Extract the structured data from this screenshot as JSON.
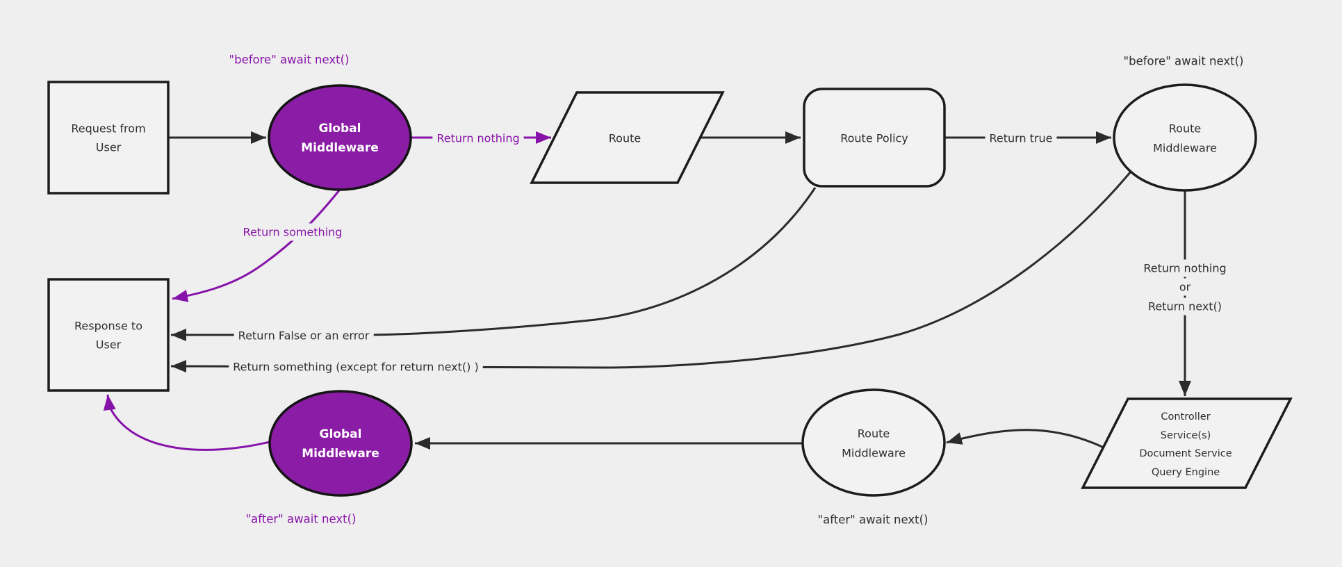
{
  "diagram": {
    "type": "flowchart",
    "background_color": "#efefef",
    "colors": {
      "purple_fill": "#8b1ca6",
      "purple_accent": "#8712a9",
      "node_fill": "#f2f2f2",
      "node_stroke": "#1c1c1c",
      "edge_stroke": "#2b2b2b",
      "text": "#2e2e2e",
      "emphasis_text": "#ffffff"
    },
    "nodes": {
      "request": {
        "shape": "rectangle",
        "lines": [
          "Request from",
          "User"
        ]
      },
      "global_middleware_top": {
        "shape": "ellipse",
        "lines": [
          "Global",
          "Middleware"
        ]
      },
      "route": {
        "shape": "parallelogram",
        "lines": [
          "Route"
        ]
      },
      "route_policy": {
        "shape": "rounded-rectangle",
        "lines": [
          "Route Policy"
        ]
      },
      "route_middleware_top": {
        "shape": "ellipse",
        "lines": [
          "Route",
          "Middleware"
        ]
      },
      "controller": {
        "shape": "parallelogram",
        "lines": [
          "Controller",
          "Service(s)",
          "Document Service",
          "Query Engine"
        ]
      },
      "route_middleware_bottom": {
        "shape": "ellipse",
        "lines": [
          "Route",
          "Middleware"
        ]
      },
      "global_middleware_bottom": {
        "shape": "ellipse",
        "lines": [
          "Global",
          "Middleware"
        ]
      },
      "response": {
        "shape": "rectangle",
        "lines": [
          "Response to",
          "User"
        ]
      }
    },
    "edge_labels": {
      "return_nothing": "Return nothing",
      "return_true": "Return true",
      "return_something": "Return something",
      "return_nothing_or_next": [
        "Return nothing",
        "or",
        "Return next()"
      ],
      "return_false_or_error": "Return False or an error",
      "return_something_except": "Return something (except for return next() )"
    },
    "annotations": {
      "before_await_left": "\"before\" await next()",
      "before_await_right": "\"before\" await next()",
      "after_await_left": "\"after\" await next()",
      "after_await_right": "\"after\" await next()"
    }
  }
}
